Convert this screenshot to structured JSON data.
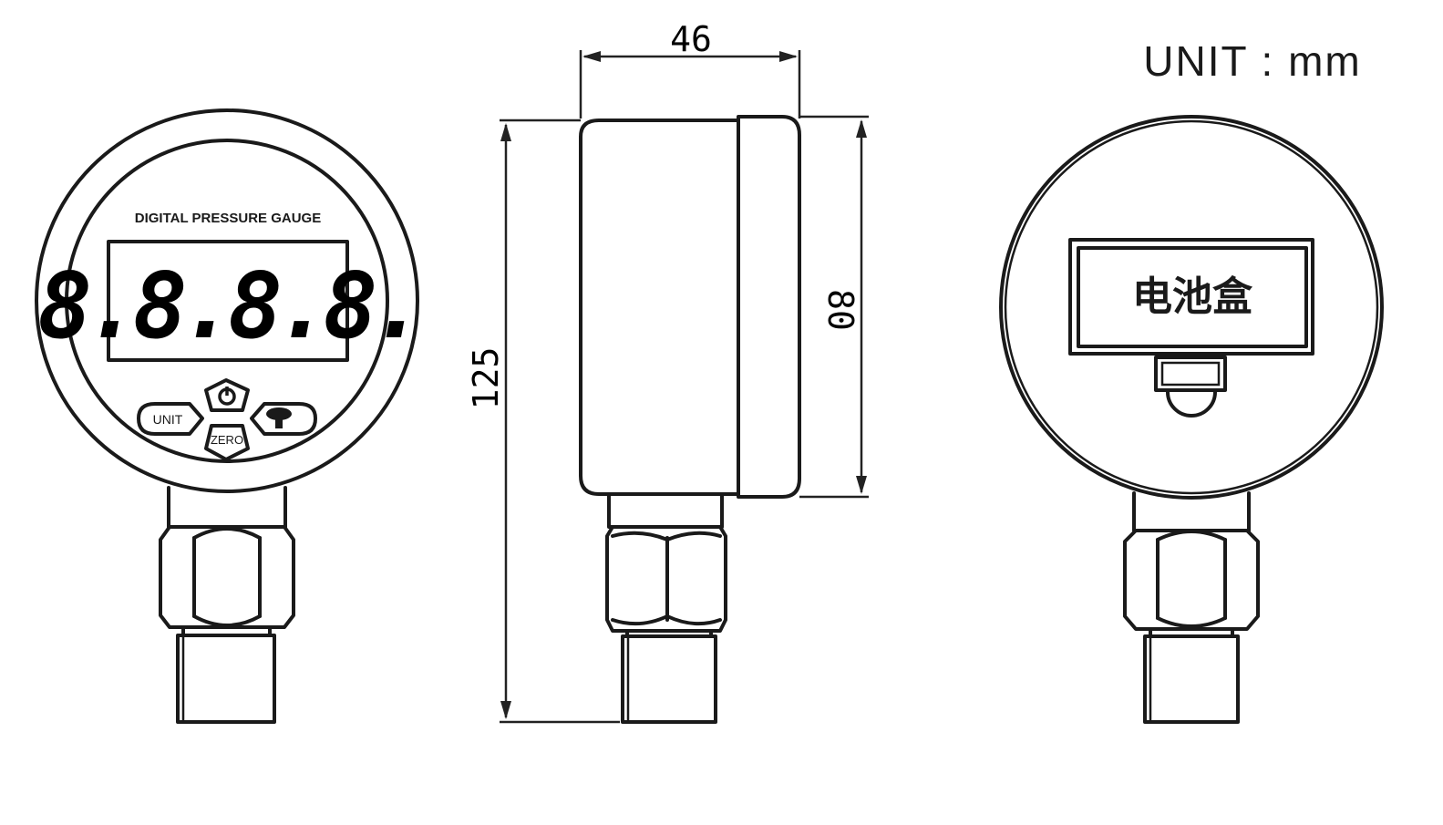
{
  "unit_label": "UNIT : mm",
  "front_view": {
    "title": "DIGITAL PRESSURE GAUGE",
    "display_digits": "8.8.8.8.",
    "buttons": {
      "unit": "UNIT",
      "zero": "ZERO",
      "power_icon": "power-icon",
      "backlight_icon": "tree-light-icon"
    }
  },
  "side_view": {
    "width_dim": "46",
    "total_height_dim": "125",
    "dial_diameter_dim": "80"
  },
  "back_view": {
    "battery_label": "电池盒"
  }
}
